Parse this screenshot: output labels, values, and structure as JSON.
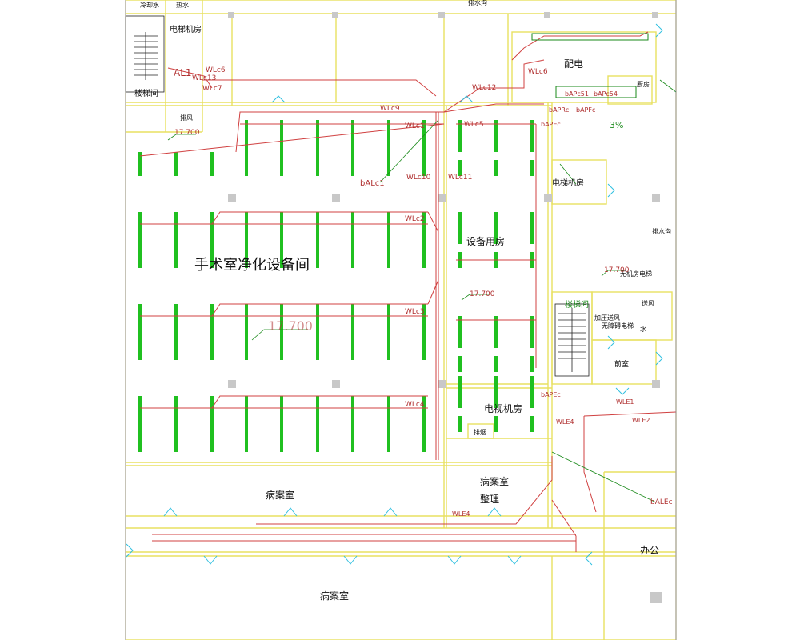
{
  "rooms": {
    "cooling_water": "冷却水",
    "hot_water": "热水",
    "elevator_room_top": "电梯机房",
    "stairwell_top": "楼梯间",
    "supply_exhaust": "排风",
    "drain_top": "排水沟",
    "power_distribution": "配电",
    "mech_room": "手术室净化设备间",
    "equipment_room": "设备用房",
    "elevator_room_right": "电梯机房",
    "drain_right": "排水沟",
    "stairwell_right": "楼梯间",
    "accessible_elevator": "无障碍电梯",
    "front_room": "前室",
    "tv_room": "电视机房",
    "shaft": "排烟",
    "pathology_1": "病案室",
    "pathology_sorting": "病案室\n整理",
    "pathology_2": "病案室",
    "office": "办公",
    "wind_shaft": "送风",
    "water": "水",
    "kitchen": "厨房",
    "smoke_elevator": "无机房电梯",
    "pressurization": "加压送风"
  },
  "levels": {
    "elev_top_left": "17.700",
    "elev_main": "17.700",
    "elev_equipment": "17.700",
    "elev_right": "17.700",
    "slope_right": "3%"
  },
  "circuits": {
    "wlc1": "WLc1",
    "wlc2": "WLc2",
    "wlc3": "WLc3",
    "wlc4": "WLc4",
    "wlc5": "WLc5",
    "wlc6_top": "WLc6",
    "wlc6_right": "WLc6",
    "wlc7": "WLc7",
    "wlc9": "WLc9",
    "wlc10": "WLc10",
    "wlc11": "WLc11",
    "wlc12": "WLc12",
    "wlc13": "WLc13",
    "wle1": "WLE1",
    "wle2": "WLE2",
    "wle4a": "WLE4",
    "wle4b": "WLE4",
    "al1": "AL1",
    "al_c1": "bALc1",
    "ape_c": "bAPEc",
    "ale_c": "bALEc",
    "ape_b": "bAPEc",
    "apc_1": "bAPc51",
    "apc_2": "bAPc54",
    "apr": "bAPRc",
    "apf": "bAPFc"
  },
  "colors": {
    "wall": "#e8e060",
    "circuit": "#d04040",
    "fixture": "#20c020",
    "door": "#30c0e0",
    "ink": "#111111",
    "column": "#c8c8c8"
  }
}
